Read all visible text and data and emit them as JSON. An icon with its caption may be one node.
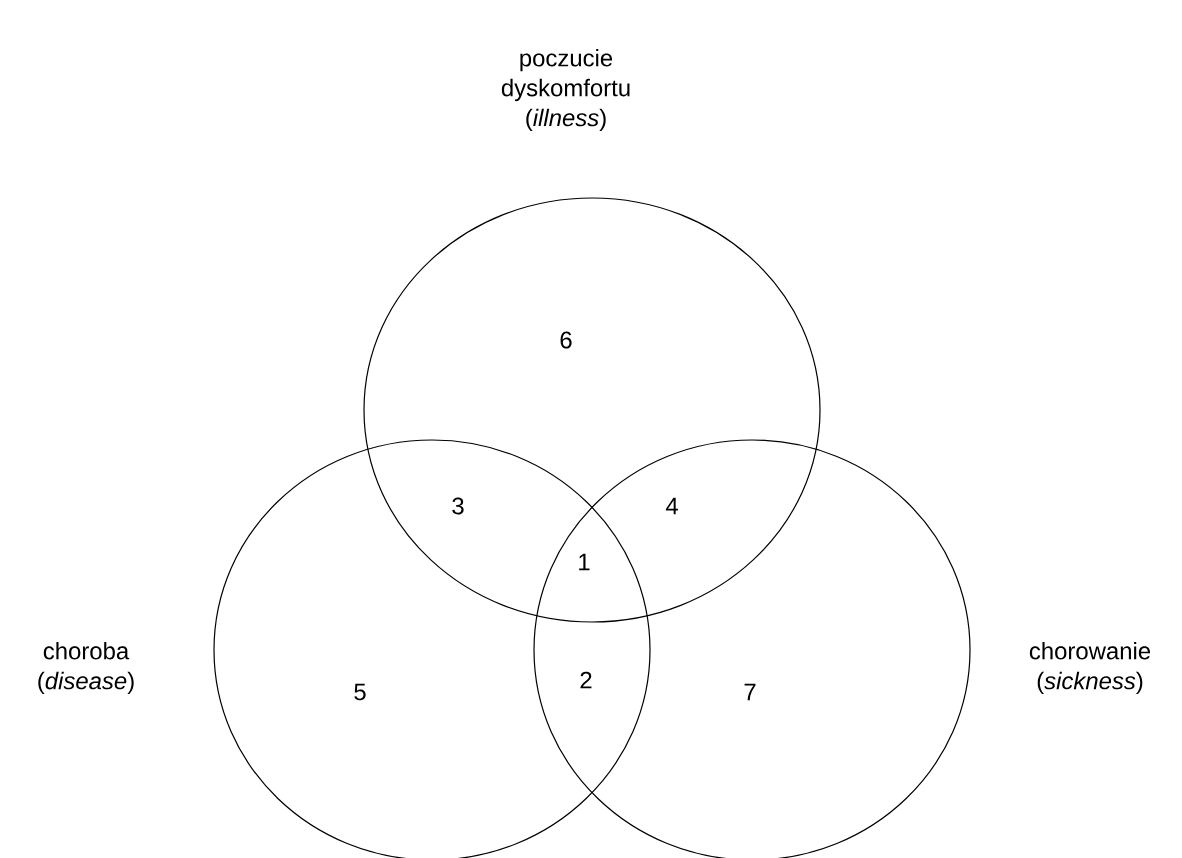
{
  "diagram": {
    "nodes": [
      {
        "text": [
          "poczucie dyskomfortu (*illness*)"
        ]
      },
      {
        "text": [
          "choroba (*disease*)"
        ]
      },
      {
        "text": [
          "chorowanie (*sickness*)"
        ]
      }
    ],
    "labels": [
      "6",
      "3",
      "4",
      "1",
      "5",
      "2",
      "7"
    ]
  }
}
